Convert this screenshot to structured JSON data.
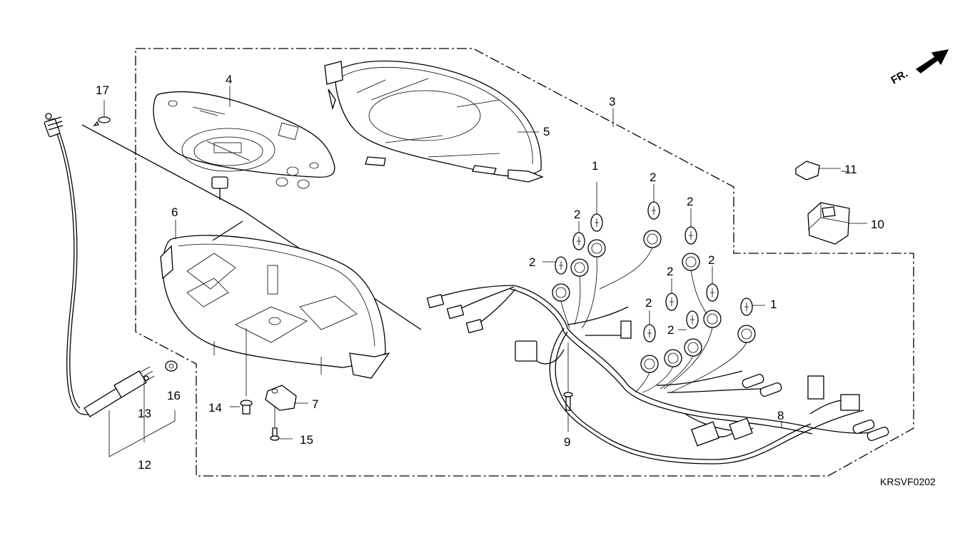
{
  "drawing_code": "KRSVF0202",
  "front_indicator": "FR.",
  "callouts": {
    "p1a": "1",
    "p1b": "1",
    "p2a": "2",
    "p2b": "2",
    "p2c": "2",
    "p2d": "2",
    "p2e": "2",
    "p2f": "2",
    "p2g": "2",
    "p2h": "2",
    "p3": "3",
    "p4": "4",
    "p5": "5",
    "p6": "6",
    "p7": "7",
    "p8": "8",
    "p9": "9",
    "p10": "10",
    "p11": "11",
    "p12": "12",
    "p13": "13",
    "p14": "14",
    "p15": "15",
    "p16": "16",
    "p17": "17"
  }
}
